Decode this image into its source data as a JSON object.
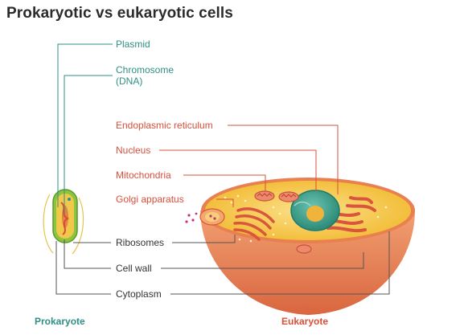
{
  "title": "Prokaryotic vs eukaryotic cells",
  "labels": {
    "plasmid": "Plasmid",
    "chromosome_line1": "Chromosome",
    "chromosome_line2": "(DNA)",
    "er": "Endoplasmic reticulum",
    "nucleus": "Nucleus",
    "mitochondria": "Mitochondria",
    "golgi": "Golgi apparatus",
    "ribosomes": "Ribosomes",
    "cell_wall": "Cell wall",
    "cytoplasm": "Cytoplasm"
  },
  "footer": {
    "prokaryote": "Prokaryote",
    "eukaryote": "Eukaryote"
  },
  "colors": {
    "prokaryote_lines": "#2f8f83",
    "eukaryote_lines": "#d8503a",
    "shared_lines": "#555555",
    "cell_bowl": "#e9835a",
    "cytoplasm": "#f4c23e",
    "nucleus": "#3aa08e"
  }
}
